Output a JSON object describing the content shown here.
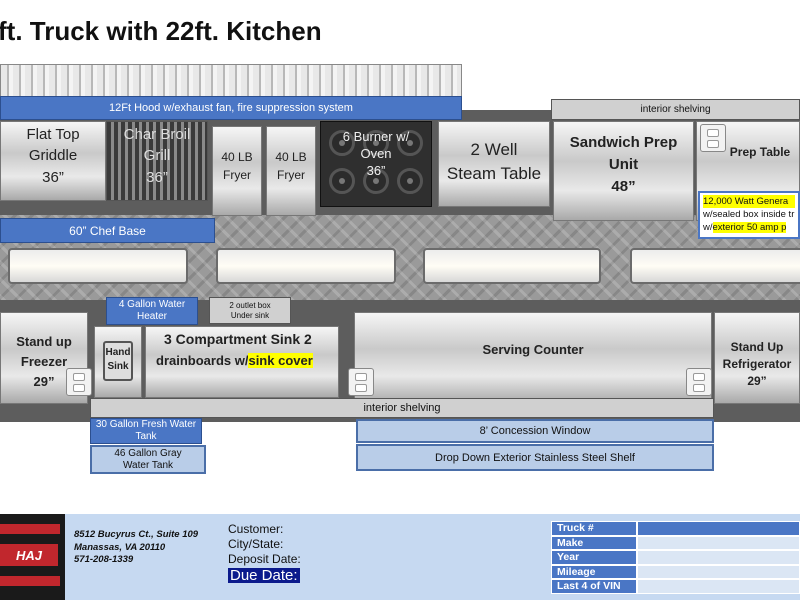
{
  "title": "ft. Truck with 22ft. Kitchen",
  "hood": "12Ft Hood w/exhaust fan, fire suppression system",
  "top_row": {
    "griddle": {
      "line1": "Flat Top",
      "line2": "Griddle",
      "line3": "36”"
    },
    "char_broil": {
      "line1": "Char Broil",
      "line2": "Grill",
      "line3": "36”"
    },
    "fryer1": {
      "line1": "40 LB",
      "line2": "Fryer"
    },
    "fryer2": {
      "line1": "40 LB",
      "line2": "Fryer"
    },
    "burner_oven": {
      "line1": "6 Burner w/",
      "line2": "Oven",
      "line3": "36”"
    },
    "steam_table": {
      "line1": "2 Well",
      "line2": "Steam Table"
    },
    "sandwich_prep": {
      "line1": "Sandwich Prep",
      "line2": "Unit",
      "line3": "48”"
    },
    "prep_table": "Prep Table",
    "interior_shelving": "interior shelving",
    "chef_base": "60” Chef Base",
    "generator": {
      "line1": "12,000 Watt  Genera",
      "line2": "w/sealed box inside tr",
      "line3_prefix": "w/",
      "line3_highlight": "exterior 50 amp p"
    }
  },
  "bottom_row": {
    "freezer": {
      "line1": "Stand up",
      "line2": "Freezer",
      "line3": "29”"
    },
    "water_heater": {
      "line1": "4 Gallon Water",
      "line2": "Heater"
    },
    "outlet_box": {
      "line1": "2 outlet box",
      "line2": "Under sink"
    },
    "hand_sink": {
      "line1": "Hand",
      "line2": "Sink"
    },
    "comp_sink": {
      "line1": "3  Compartment  Sink 2",
      "line2a": "drainboards    w/",
      "line2b": "sink cover"
    },
    "serving_counter": "Serving Counter",
    "refrigerator": {
      "line1": "Stand Up",
      "line2": "Refrigerator",
      "line3": "29”"
    },
    "interior_shelving": "interior shelving",
    "fresh_water": {
      "line1": "30 Gallon Fresh Water",
      "line2": "Tank"
    },
    "gray_water": {
      "line1": "46 Gallon Gray",
      "line2": "Water Tank"
    },
    "concession_window": "8’ Concession Window",
    "drop_down_shelf": "Drop Down Exterior Stainless Steel Shelf"
  },
  "footer": {
    "logo_text": "HAJ",
    "address1": "8512 Bucyrus Ct., Suite 109",
    "address2": "Manassas, VA 20110",
    "phone": "571-208-1339",
    "customer": "Customer:",
    "city_state": "City/State:",
    "deposit_date": "Deposit Date:",
    "due_date": "Due Date:",
    "table_rows": [
      "Truck #",
      "Make",
      "Year",
      "Mileage",
      "Last 4 of VIN"
    ]
  },
  "colors": {
    "accent_blue": "#4a76c5",
    "light_blue": "#b9cde8",
    "highlight_yellow": "#ffff00",
    "footer_bg": "#c6d9f1",
    "due_date_bg": "#0b1a8c"
  }
}
